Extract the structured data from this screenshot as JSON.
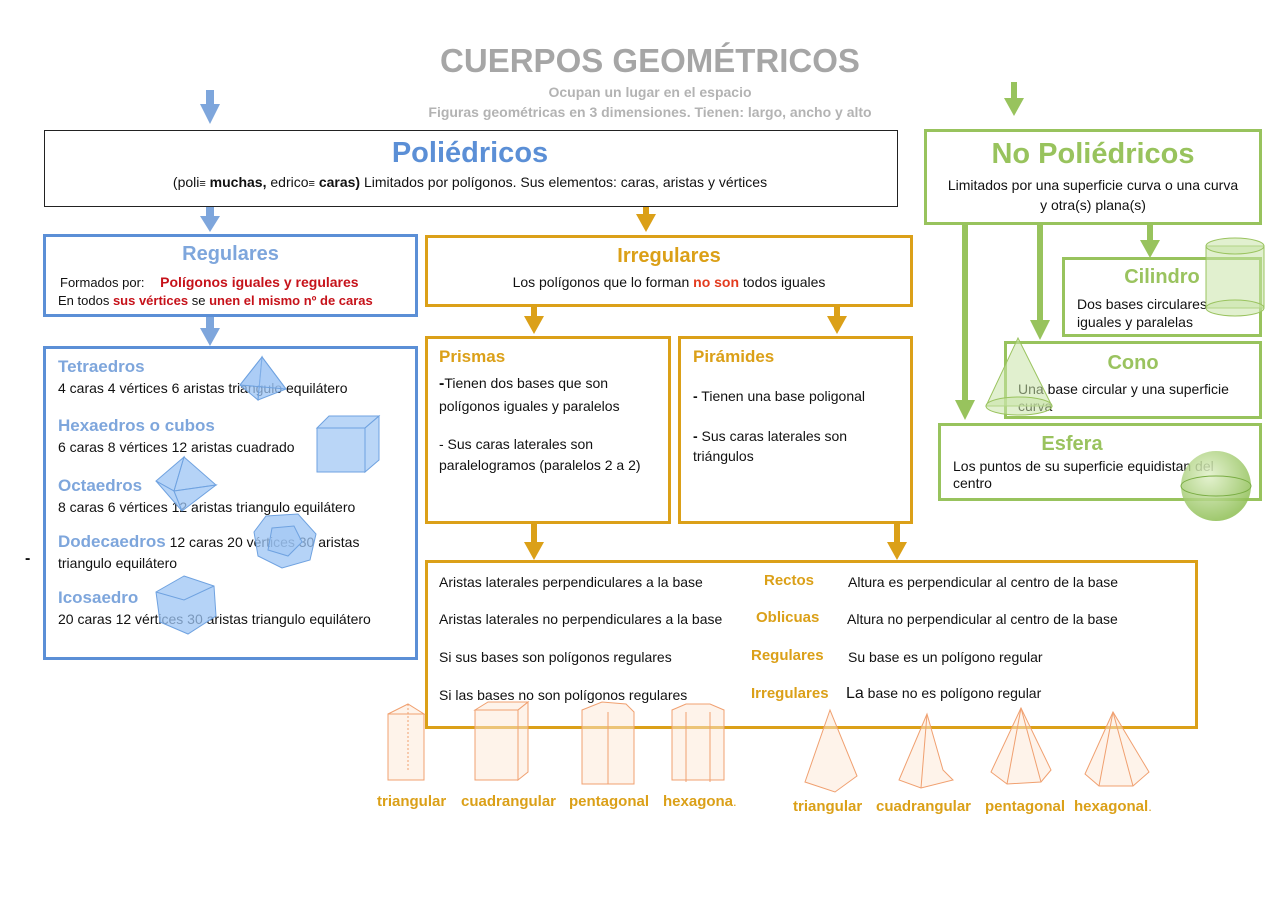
{
  "title": "CUERPOS GEOMÉTRICOS",
  "subtitle1": "Ocupan un lugar en el espacio",
  "subtitle2": "Figuras geométricas en 3 dimensiones. Tienen: largo, ancho y alto",
  "poliedricos": {
    "title": "Poliédricos",
    "desc_a": "(poli",
    "desc_eq1": "≡",
    "desc_b": " muchas,",
    "desc_c": " edrico",
    "desc_eq2": "≡",
    "desc_d": " caras)",
    "desc_e": " Limitados por polígonos. Sus elementos: caras, aristas y vértices"
  },
  "no_poliedricos": {
    "title": "No Poliédricos",
    "desc": "Limitados por una superficie curva o una curva y otra(s) plana(s)"
  },
  "regulares": {
    "title": "Regulares",
    "line1_label": "Formados por:",
    "line1_value": "Polígonos iguales y regulares",
    "line2_a": "En todos ",
    "line2_b": "sus vértices",
    "line2_c": " se ",
    "line2_d": "unen el mismo nº de caras"
  },
  "irregulares": {
    "title": "Irregulares",
    "desc_a": "Los polígonos que lo  forman ",
    "desc_b": "no son",
    "desc_c": " todos iguales"
  },
  "regular_solids": [
    {
      "name": "Tetraedros",
      "desc": "4 caras 4 vértices 6 aristas triangulo equilátero"
    },
    {
      "name": "Hexaedros o cubos",
      "desc": "6 caras 8 vértices 12 aristas cuadrado"
    },
    {
      "name": "Octaedros",
      "desc": "8 caras 6 vértices 12 aristas triangulo equilátero"
    },
    {
      "name": "Dodecaedros",
      "desc": " 12 caras 20 vértices 30 aristas",
      "desc2": "triangulo equilátero"
    },
    {
      "name": "Icosaedro",
      "desc": "20 caras 12 vértices 30 aristas triangulo equilátero"
    }
  ],
  "dash": "-",
  "prismas": {
    "title": "Prismas",
    "p1_dash": "-",
    "p1": "Tienen dos bases  que son polígonos iguales y paralelos",
    "p2": "- Sus caras laterales son paralelogramos (paralelos 2 a 2)"
  },
  "piramides": {
    "title": "Pirámides",
    "p1_dash": "-",
    "p1": " Tienen una base poligonal",
    "p2_dash": "-",
    "p2": " Sus caras laterales son triángulos"
  },
  "classification": [
    {
      "left": "Aristas laterales perpendiculares a la base",
      "mid": "Rectos",
      "right": "Altura es perpendicular al centro de la base"
    },
    {
      "left": "Aristas laterales no perpendiculares a la base",
      "mid": "Oblicuas",
      "right": "Altura no perpendicular al centro de la base"
    },
    {
      "left": "Si sus bases son polígonos regulares",
      "mid": "Regulares",
      "right": "Su base es un polígono regular"
    },
    {
      "left": "Si las bases no son polígonos regulares",
      "mid": "Irregulares",
      "right_big": "La",
      "right": " base no es polígono regular"
    }
  ],
  "prism_labels": [
    "triangular",
    "cuadrangular",
    "pentagonal",
    "hexagona"
  ],
  "pyramid_labels": [
    "triangular",
    "cuadrangular",
    "pentagonal",
    "hexagonal"
  ],
  "dot": ".",
  "cilindro": {
    "title": "Cilindro",
    "desc": "Dos bases circulares iguales y paralelas"
  },
  "cono": {
    "title": "Cono",
    "desc": "Una base circular y una superficie curva"
  },
  "esfera": {
    "title": "Esfera",
    "desc": "Los puntos de su superficie equidistan del centro"
  },
  "colors": {
    "blue": "#5b8fd6",
    "light_blue": "#7ea6dc",
    "gold": "#dba018",
    "green": "#98c35d",
    "red": "#c6121a",
    "orange_sketch": "#f0a070"
  }
}
